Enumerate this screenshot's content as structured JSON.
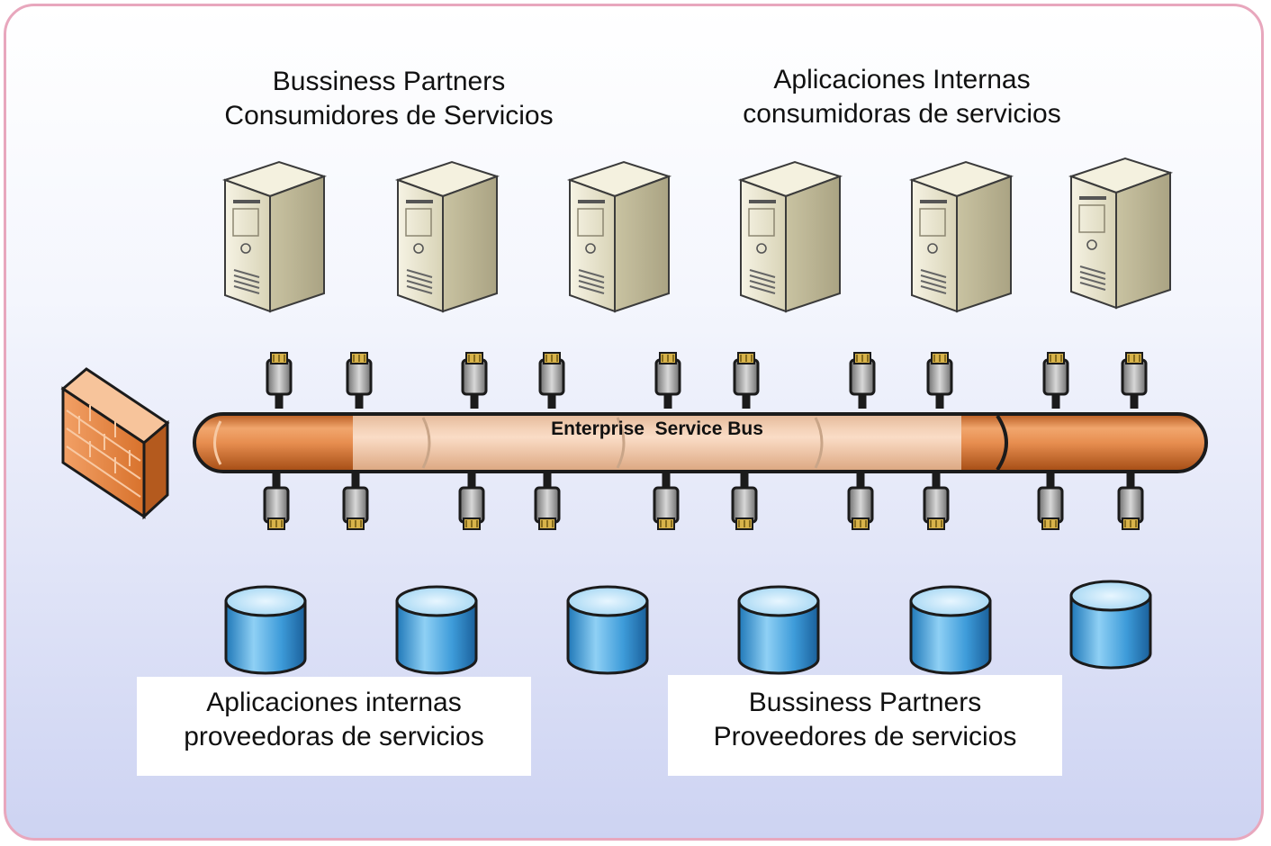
{
  "labels": {
    "top_left": [
      "Bussiness Partners",
      "Consumidores de Servicios"
    ],
    "top_right": [
      "Aplicaciones Internas",
      "consumidoras de servicios"
    ],
    "bottom_left": [
      "Aplicaciones internas",
      "proveedoras de servicios"
    ],
    "bottom_right": [
      "Bussiness Partners",
      "Proveedores de servicios"
    ],
    "bus": "Enterprise  Service Bus"
  },
  "icons": {
    "server": "server-icon",
    "database": "database-icon",
    "connector": "connector-icon",
    "firewall": "firewall-icon"
  },
  "colors": {
    "bus": "#e8935a",
    "bus_highlight": "#f7d3b8",
    "database": "#3a9ad8",
    "server": "#e6e2cc",
    "firewall": "#e07b35",
    "frame_border": "#e8a7bd"
  },
  "counts": {
    "servers": 6,
    "databases": 6,
    "connectors_per_side": 10
  }
}
